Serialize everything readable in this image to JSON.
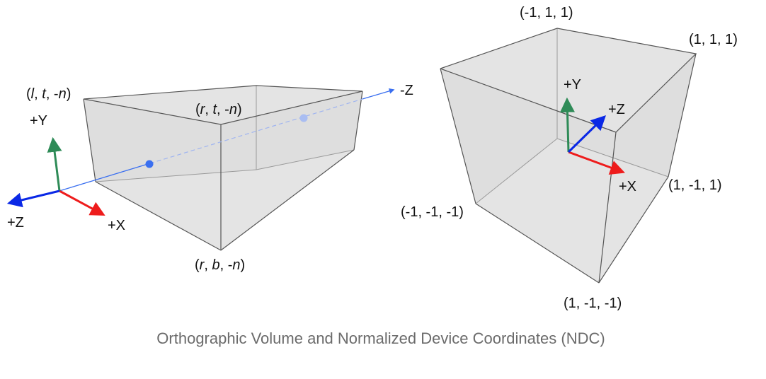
{
  "caption": "Orthographic Volume and Normalized Device Coordinates (NDC)",
  "colors": {
    "axis_x": "#ee1c1c",
    "axis_y": "#2e8b57",
    "axis_z": "#0a28e6",
    "view_ray": "#3a6ff0",
    "face_fill": "#dcdcdc",
    "edge": "#555555",
    "caption_text": "#6b6b6b"
  },
  "left_volume": {
    "corner_labels": {
      "top_left": [
        "(",
        "l",
        ", ",
        "t",
        ", -",
        "n",
        ")"
      ],
      "top_front": [
        "(",
        "r",
        ", ",
        "t",
        ", -",
        "n",
        ")"
      ],
      "bottom_front": [
        "(",
        "r",
        ", ",
        "b",
        ", -",
        "n",
        ")"
      ]
    },
    "axes": {
      "x_label": "+X",
      "y_label": "+Y",
      "z_label": "+Z",
      "view_dir_label": "-Z"
    }
  },
  "right_volume": {
    "corner_labels": {
      "top_back_left": "(-1, 1, 1)",
      "top_back_right": "(1, 1, 1)",
      "front_right": "(1, -1, 1)",
      "left_low": "(-1, -1, -1)",
      "bottom_front": "(1, -1, -1)"
    },
    "axes": {
      "x_label": "+X",
      "y_label": "+Y",
      "z_label": "+Z"
    }
  }
}
